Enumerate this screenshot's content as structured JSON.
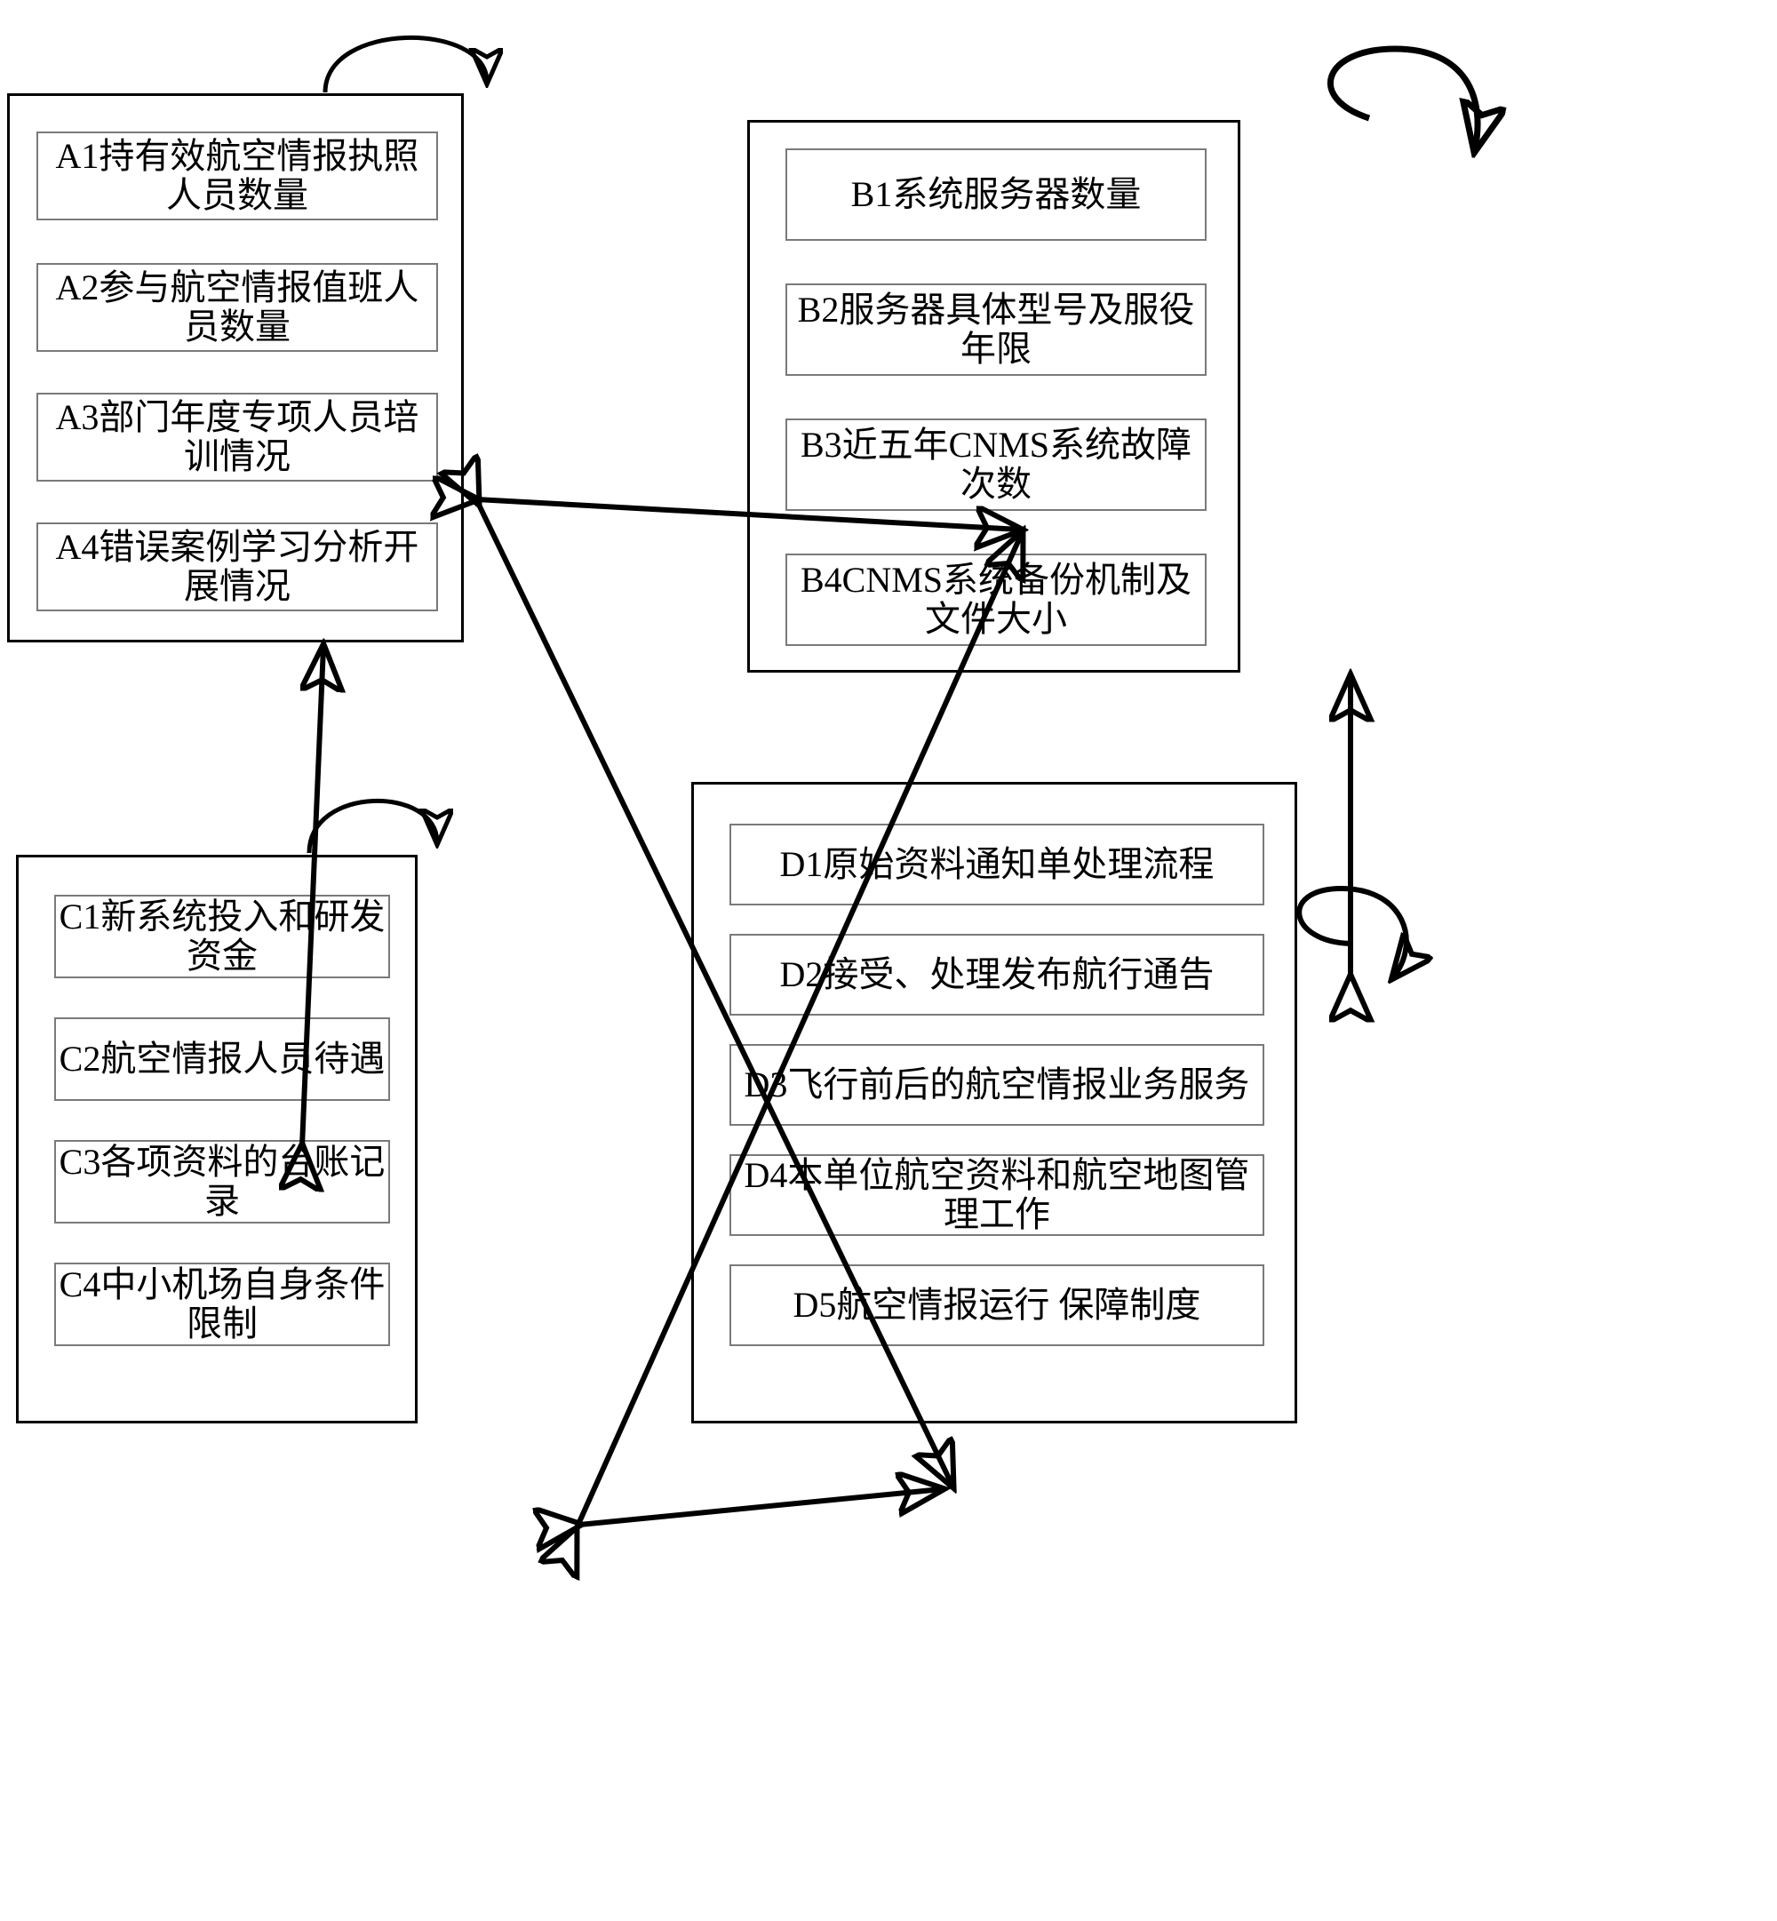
{
  "diagram": {
    "title": "",
    "type": "grouped-relationship-diagram",
    "line_color": "#000000",
    "group_border_color": "#000000",
    "node_border_color": "#7a7a7a",
    "background": "#ffffff",
    "groups": [
      {
        "id": "A",
        "name": "group-a",
        "items": [
          {
            "id": "A1",
            "label": "A1持有效航空情报执照人员数量"
          },
          {
            "id": "A2",
            "label": "A2参与航空情报值班人员数量"
          },
          {
            "id": "A3",
            "label": "A3部门年度专项人员培训情况"
          },
          {
            "id": "A4",
            "label": "A4错误案例学习分析开展情况"
          }
        ]
      },
      {
        "id": "B",
        "name": "group-b",
        "items": [
          {
            "id": "B1",
            "label": "B1系统服务器数量"
          },
          {
            "id": "B2",
            "label": "B2服务器具体型号及服役年限"
          },
          {
            "id": "B3",
            "label": "B3近五年CNMS系统故障次数"
          },
          {
            "id": "B4",
            "label": "B4CNMS系统备份机制及文件大小"
          }
        ]
      },
      {
        "id": "C",
        "name": "group-c",
        "items": [
          {
            "id": "C1",
            "label": "C1新系统投入和研发资金"
          },
          {
            "id": "C2",
            "label": "C2航空情报人员待遇"
          },
          {
            "id": "C3",
            "label": "C3各项资料的台账记录"
          },
          {
            "id": "C4",
            "label": "C4中小机场自身条件限制"
          }
        ]
      },
      {
        "id": "D",
        "name": "group-d",
        "items": [
          {
            "id": "D1",
            "label": "D1原始资料通知单处理流程"
          },
          {
            "id": "D2",
            "label": "D2接受、处理发布航行通告"
          },
          {
            "id": "D3",
            "label": "D3飞行前后的航空情报业务服务"
          },
          {
            "id": "D4",
            "label": "D4本单位航空资料和航空地图管理工作"
          },
          {
            "id": "D5",
            "label": "D5航空情报运行  保障制度"
          }
        ]
      }
    ],
    "edges": [
      {
        "id": "A-self",
        "from": "A",
        "to": "A",
        "kind": "self-loop",
        "arrows": "single"
      },
      {
        "id": "B-self",
        "from": "B",
        "to": "B",
        "kind": "self-loop",
        "arrows": "single"
      },
      {
        "id": "C-self",
        "from": "C",
        "to": "C",
        "kind": "self-loop",
        "arrows": "single"
      },
      {
        "id": "D-self",
        "from": "D",
        "to": "D",
        "kind": "self-loop",
        "arrows": "single"
      },
      {
        "id": "A-B",
        "from": "A",
        "to": "B",
        "kind": "straight",
        "arrows": "double"
      },
      {
        "id": "A-C",
        "from": "A",
        "to": "C",
        "kind": "straight",
        "arrows": "double"
      },
      {
        "id": "B-D",
        "from": "B",
        "to": "D",
        "kind": "straight",
        "arrows": "double"
      },
      {
        "id": "C-D",
        "from": "C",
        "to": "D",
        "kind": "straight",
        "arrows": "double"
      },
      {
        "id": "A-D",
        "from": "A",
        "to": "D",
        "kind": "diagonal",
        "arrows": "double"
      },
      {
        "id": "C-B",
        "from": "C",
        "to": "B",
        "kind": "diagonal",
        "arrows": "double"
      }
    ]
  }
}
